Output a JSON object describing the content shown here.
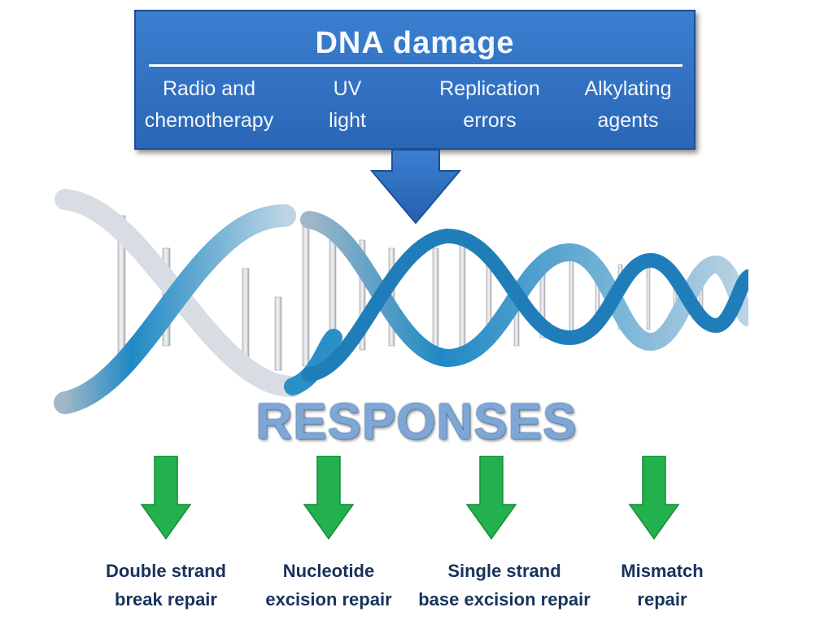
{
  "damage": {
    "title": "DNA damage",
    "causes": [
      {
        "line1": "Radio and",
        "line2": "chemotherapy"
      },
      {
        "line1": "UV",
        "line2": "light"
      },
      {
        "line1": "Replication",
        "line2": "errors"
      },
      {
        "line1": "Alkylating",
        "line2": "agents"
      }
    ]
  },
  "responses_title": "RESPONSES",
  "repairs": [
    {
      "line1": "Double strand",
      "line2": "break repair"
    },
    {
      "line1": "Nucleotide",
      "line2": "excision repair"
    },
    {
      "line1": "Single strand",
      "line2": "base excision repair"
    },
    {
      "line1": "Mismatch",
      "line2": "repair"
    }
  ],
  "colors": {
    "box": "#2f6fc2",
    "helix": "#2a8fc7",
    "arrow_green": "#22b14c",
    "repair_text": "#17325e"
  }
}
